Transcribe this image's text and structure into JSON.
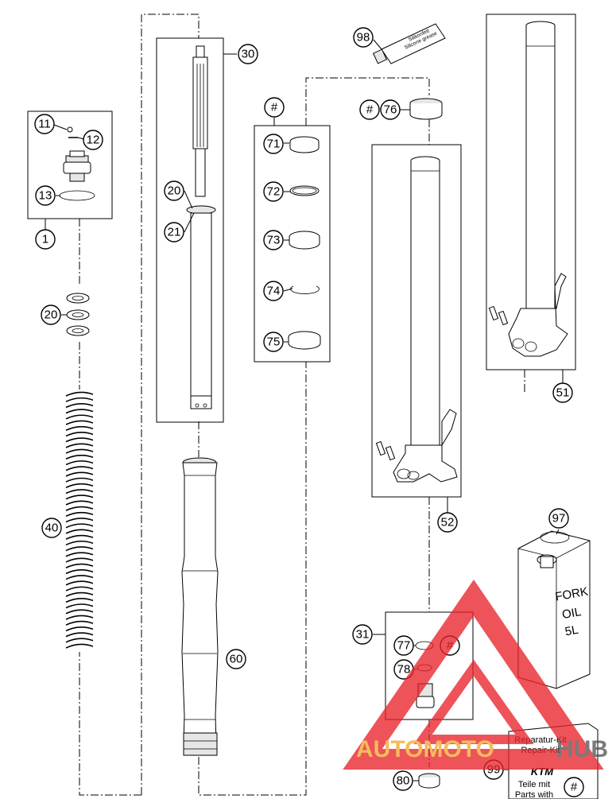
{
  "callouts": {
    "p1": "1",
    "p11": "11",
    "p12": "12",
    "p13": "13",
    "p20a": "20",
    "p20b": "20",
    "p21": "21",
    "p30": "30",
    "p31": "31",
    "p40": "40",
    "p51": "51",
    "p52": "52",
    "p60": "60",
    "p71": "71",
    "p72": "72",
    "p73": "73",
    "p74": "74",
    "p75": "75",
    "p76": "76",
    "p77": "77",
    "p78": "78",
    "p80": "80",
    "p97": "97",
    "p98": "98",
    "p99": "99",
    "hash_set": "#",
    "hash_76": "#",
    "hash_77": "#",
    "hash_99": "#"
  },
  "silicone_tube": {
    "line1": "Silikonfett",
    "line2": "Silicone grease"
  },
  "oil_can": {
    "line1": "FORK",
    "line2": "OIL",
    "line3": "5L"
  },
  "repair_kit": {
    "line1": "Reparatur-Kit",
    "line2": "Repair-Kit",
    "brand": "KTM",
    "line3": "Teile mit",
    "line4": "Parts with"
  },
  "watermark": {
    "text": "AUTOMOTO",
    "text_suffix": "HUB",
    "color": "#e8232b",
    "accent": "#f3a830"
  }
}
